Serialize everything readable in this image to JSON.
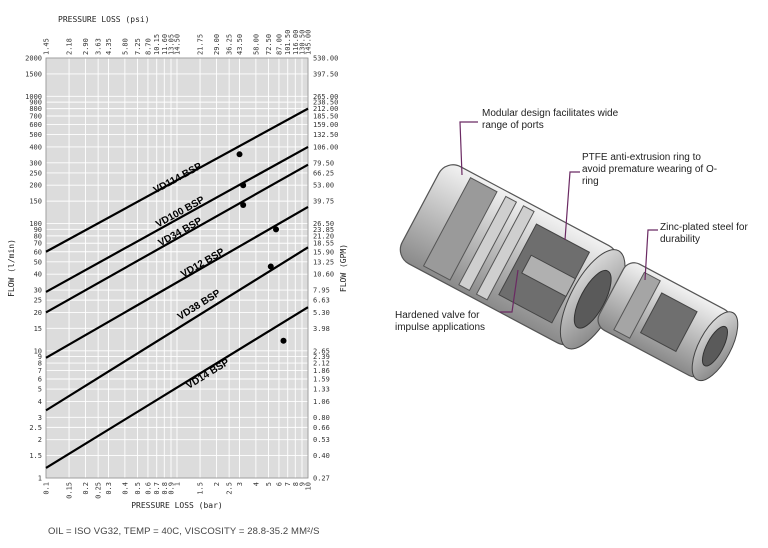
{
  "chart_data": {
    "type": "line",
    "scale": "log-log",
    "xlabel": "PRESSURE LOSS (bar)",
    "xlabel_top": "PRESSURE LOSS (psi)",
    "ylabel": "FLOW (l/min)",
    "ylabel_right": "FLOW (GPM)",
    "xlim": [
      0.1,
      10
    ],
    "ylim": [
      1,
      2000
    ],
    "grid": true,
    "x_ticks_bar": [
      "0.1",
      "0.15",
      "0.2",
      "0.25",
      "0.3",
      "0.4",
      "0.5",
      "0.6",
      "0.7",
      "0.8",
      "0.9",
      "1",
      "1.5",
      "2",
      "2.5",
      "3",
      "4",
      "5",
      "6",
      "7",
      "8",
      "9",
      "10"
    ],
    "x_ticks_psi": [
      "1.45",
      "2.18",
      "2.90",
      "3.63",
      "4.35",
      "5.80",
      "7.25",
      "8.70",
      "10.15",
      "11.60",
      "13.05",
      "14.50",
      "21.75",
      "29.00",
      "36.25",
      "43.50",
      "58.00",
      "72.50",
      "87.00",
      "101.50",
      "116.00",
      "130.50",
      "145.00"
    ],
    "y_ticks": [
      "1",
      "1.5",
      "2",
      "2.5",
      "3",
      "4",
      "5",
      "6",
      "7",
      "8",
      "9",
      "10",
      "15",
      "20",
      "25",
      "30",
      "40",
      "50",
      "60",
      "70",
      "80",
      "90",
      "100",
      "150",
      "200",
      "250",
      "300",
      "400",
      "500",
      "600",
      "700",
      "800",
      "900",
      "1000",
      "1500",
      "2000"
    ],
    "y_ticks_gpm": [
      "0.27",
      "0.40",
      "0.53",
      "0.66",
      "0.80",
      "1.06",
      "1.33",
      "1.59",
      "1.86",
      "2.12",
      "2.39",
      "2.65",
      "3.98",
      "5.30",
      "6.63",
      "7.95",
      "10.60",
      "13.25",
      "15.90",
      "18.55",
      "21.20",
      "23.85",
      "26.50",
      "39.75",
      "53.00",
      "66.25",
      "79.50",
      "106.00",
      "132.50",
      "159.00",
      "185.50",
      "212.00",
      "238.50",
      "265.00",
      "397.50",
      "530.00"
    ],
    "series": [
      {
        "name": "VD114 BSP",
        "x": [
          0.1,
          10
        ],
        "y": [
          60,
          800
        ],
        "marker": [
          3.0,
          350
        ]
      },
      {
        "name": "VD100 BSP",
        "x": [
          0.1,
          10
        ],
        "y": [
          29,
          400
        ],
        "marker": [
          3.2,
          200
        ]
      },
      {
        "name": "VD34 BSP",
        "x": [
          0.1,
          10
        ],
        "y": [
          20,
          290
        ],
        "marker": [
          3.2,
          140
        ]
      },
      {
        "name": "VD12 BSP",
        "x": [
          0.1,
          10
        ],
        "y": [
          8.8,
          135
        ],
        "marker": [
          5.7,
          90
        ]
      },
      {
        "name": "VD38 BSP",
        "x": [
          0.1,
          10
        ],
        "y": [
          3.4,
          65
        ],
        "marker": [
          5.2,
          46
        ]
      },
      {
        "name": "VD14 BSP",
        "x": [
          0.1,
          10
        ],
        "y": [
          1.2,
          22
        ],
        "marker": [
          6.5,
          12
        ]
      }
    ]
  },
  "footnote": "OIL = ISO VG32, TEMP = 40C, VISCOSITY = 28.8-35.2 MM²/S",
  "callouts": {
    "modular": "Modular design facilitates wide range of ports",
    "ptfe": "PTFE anti-extrusion ring to avoid premature wearing of O-ring",
    "zinc": "Zinc-plated steel for durability",
    "valve": "Hardened valve for impulse applications"
  }
}
